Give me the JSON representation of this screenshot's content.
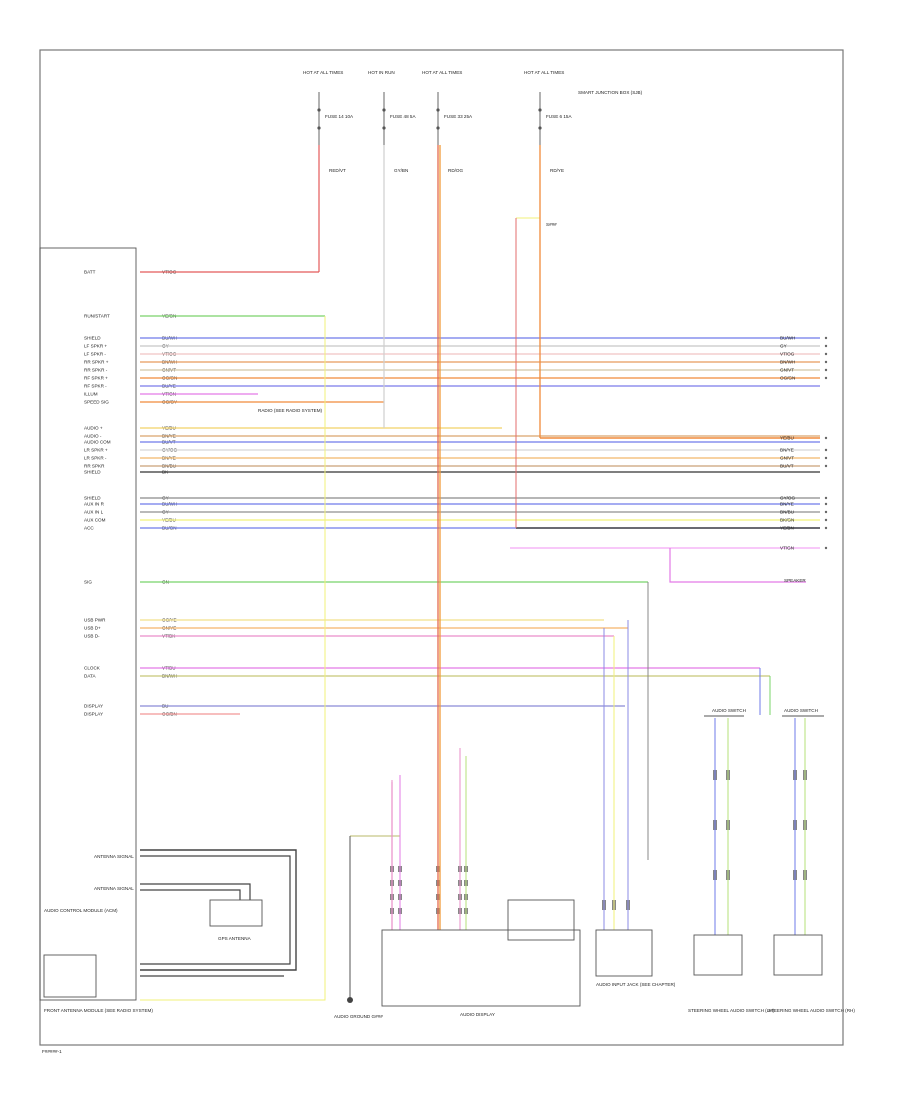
{
  "diagram": {
    "footer_label": "F#####-1",
    "power_feeds": [
      {
        "top": "HOT AT ALL TIMES",
        "fuse": "FUSE 14 10A",
        "wire": "RED/VT",
        "color": "#e45a5a"
      },
      {
        "top": "HOT IN RUN",
        "fuse": "FUSE 48 5A",
        "wire": "GY/BN",
        "color": "#bdbdbd"
      },
      {
        "top": "HOT AT ALL TIMES",
        "fuse": "FUSE 33 25A",
        "wire": "RD/OG",
        "color": "#f08a3a"
      },
      {
        "top": "HOT AT ALL TIMES",
        "fuse": "FUSE 6 15A",
        "wire": "RD/YE",
        "color": "#f5a04a"
      }
    ],
    "fuse_box_label": "SMART JUNCTION BOX (SJB)",
    "splice_label": "S###",
    "module": {
      "name": "AUDIO CONTROL MODULE (ACM)",
      "pins": [
        {
          "label": "BATT",
          "wire": "VT/OG",
          "color": "#e45a5a"
        },
        {
          "label": "RUN/START",
          "wire": "YE/GN",
          "color": "#7ad26a"
        },
        {
          "label": "SHIELD",
          "wire": "BU/WH",
          "color": "#6f7bea"
        },
        {
          "label": "LF SPKR +",
          "wire": "GY",
          "color": "#c7c7c7"
        },
        {
          "label": "LF SPKR -",
          "wire": "VT/OG",
          "color": "#f1c3c3"
        },
        {
          "label": "RR SPKR +",
          "wire": "BN/WH",
          "color": "#e79b5c"
        },
        {
          "label": "RR SPKR -",
          "wire": "GN/VT",
          "color": "#d2c6a6"
        },
        {
          "label": "RF SPKR +",
          "wire": "OG/GN",
          "color": "#f08a3a"
        },
        {
          "label": "RF SPKR -",
          "wire": "BU/YE",
          "color": "#7b7bea"
        },
        {
          "label": "ILLUM",
          "wire": "VT/GN",
          "color": "#e37ae6"
        },
        {
          "label": "SPEED SIG",
          "wire": "OG/GY",
          "color": "#f08a3a"
        },
        {
          "label": "AUDIO +",
          "wire": "YE/BU",
          "color": "#f2d268"
        },
        {
          "label": "AUDIO -",
          "wire": "BN/YE",
          "color": "#d9a46c"
        },
        {
          "label": "AUDIO COM",
          "wire": "BU/VT",
          "color": "#6f7bea"
        },
        {
          "label": "LR SPKR +",
          "wire": "GY/OG",
          "color": "#d6d6d6"
        },
        {
          "label": "LR SPKR -",
          "wire": "BN/YE",
          "color": "#f2b86a"
        },
        {
          "label": "RR SPKR",
          "wire": "BN/BU",
          "color": "#c9a078"
        },
        {
          "label": "SHIELD",
          "wire": "BK",
          "color": "#333333"
        },
        {
          "label": "SHIELD",
          "wire": "GY",
          "color": "#8a8a8a"
        },
        {
          "label": "AUX IN R",
          "wire": "BU/WH",
          "color": "#6f7bea"
        },
        {
          "label": "AUX IN L",
          "wire": "GY",
          "color": "#8f8f8f"
        },
        {
          "label": "AUX COM",
          "wire": "YE/BU",
          "color": "#f2f27a"
        },
        {
          "label": "ACC",
          "wire": "BU/GN",
          "color": "#6f7bea"
        },
        {
          "label": "SIG",
          "wire": "GN",
          "color": "#78d46a"
        },
        {
          "label": "USB PWR",
          "wire": "OG/YE",
          "color": "#f2e08a"
        },
        {
          "label": "USB D+",
          "wire": "GN/YE",
          "color": "#f5b36a"
        },
        {
          "label": "USB D-",
          "wire": "VT/BK",
          "color": "#ea8ec9"
        },
        {
          "label": "CLOCK",
          "wire": "VT/BU",
          "color": "#e37ae6"
        },
        {
          "label": "DATA",
          "wire": "BN/WH",
          "color": "#c8c878"
        },
        {
          "label": "DISPLAY",
          "wire": "BU",
          "color": "#8b8bd6"
        },
        {
          "label": "DISPLAY",
          "wire": "OG/BN",
          "color": "#f29898"
        }
      ],
      "antenna_labels": [
        "ANTENNA SIGNAL",
        "ANTENNA SIGNAL"
      ],
      "note": "RADIO (SEE RADIO SYSTEM)"
    },
    "right_terminal_wires": [
      "BU/WH",
      "GY",
      "VT/OG",
      "BN/WH",
      "GN/VT",
      "OG/GN",
      "YE/BU",
      "BN/YE",
      "GN/VT",
      "BU/VT",
      "GY/OG",
      "BN/YE",
      "BN/BU",
      "BK/GN",
      "YE/BN",
      "VT/GN"
    ],
    "components": {
      "gps_antenna": "GPS ANTENNA",
      "front_antenna": "FRONT ANTENNA MODULE (SEE RADIO SYSTEM)",
      "audio_ground": "AUDIO GROUND G###",
      "display": "AUDIO DISPLAY",
      "front_controls": "AUDIO INPUT JACK (SEE CHAPTER)",
      "steering_left": "STEERING WHEEL AUDIO SWITCH (LH)",
      "steering_right": "STEERING WHEEL AUDIO SWITCH (RH)",
      "switch_a": "AUDIO SWITCH",
      "switch_b": "AUDIO SWITCH",
      "right_mid_note": "SPEAKER"
    }
  }
}
